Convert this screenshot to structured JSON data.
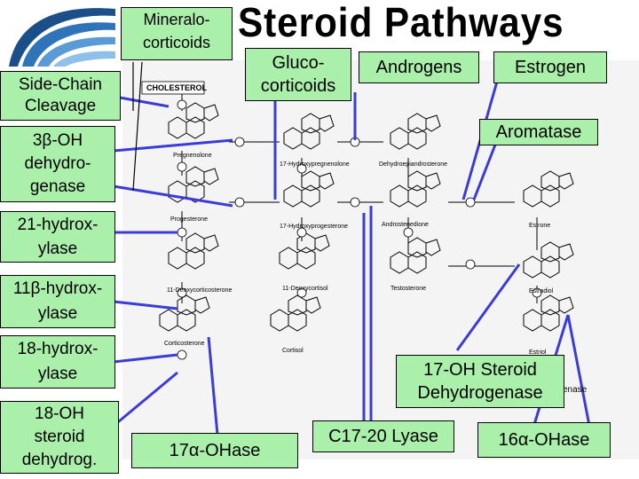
{
  "title": "Steroid Pathways",
  "steroids": {
    "cholesterol": "CHOLESTEROL",
    "pregnenolone": "Pregnenolone",
    "hydroxypregnenolone": "17-Hydroxypregnenolone",
    "dhea": "Dehydroepiandrosterone",
    "progesterone": "Progesterone",
    "hydroxyprogesterone": "17-Hydroxyprogesterone",
    "androstenedione": "Androstenedione",
    "estrone": "Estrone",
    "doc": "11-Deoxycorticosterone",
    "deoxycortisol": "11-Deoxycortisol",
    "testosterone": "Testosterone",
    "estradiol": "Estradiol",
    "corticosterone": "Corticosterone",
    "cortisol": "Cortisol",
    "estriol": "Estriol"
  },
  "enzyme_labels": {
    "side_chain": "Side-Chain\nCleavage",
    "hsd": "3β-OH\ndehydro-\ngenase",
    "h21": "21-hydrox-\nylase",
    "h11b": "11β-hydrox-\nylase",
    "h18": "18-hydrox-\nylase",
    "oh18": "18-OH\nsteroid\ndehydrog.",
    "aromatase": "Aromatase",
    "hsd17": "17-OH Steroid\nDehydrogenase",
    "c1720": "C17-20 Lyase",
    "a17": "17α-OHase",
    "a16": "16α-OHase"
  },
  "class_labels": {
    "mineralo": "Mineralo-\ncorticoids",
    "gluco": "Gluco-\ncorticoids",
    "androgens": "Androgens",
    "estrogen": "Estrogen"
  },
  "fragments": {
    "enase": "enase"
  },
  "colors": {
    "enzyme_box": "#aaf0aa",
    "arrow": "#3b3bd6"
  }
}
